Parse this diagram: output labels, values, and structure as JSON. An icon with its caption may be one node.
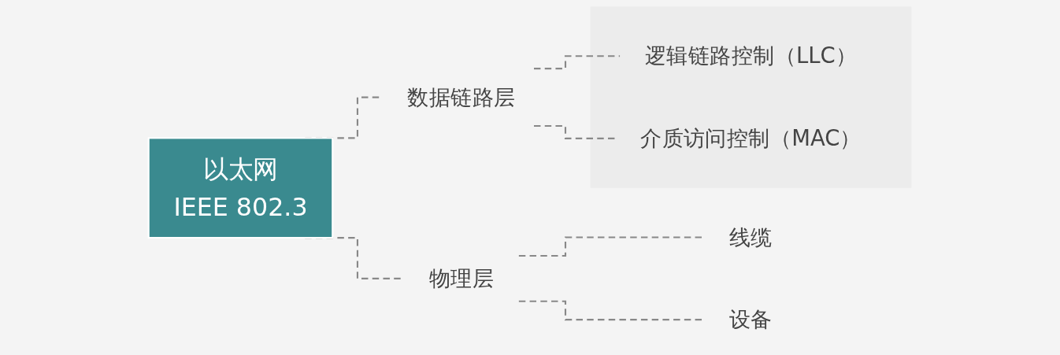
{
  "diagram": {
    "nodes": [
      {
        "text": [
          "以太网",
          "IEEE 802.3"
        ]
      },
      {
        "text": [
          "物理层"
        ]
      },
      {
        "text": [
          "线缆"
        ]
      },
      {
        "text": [
          "设备"
        ]
      },
      {
        "text": [
          "数据链路层"
        ]
      },
      {
        "text": [],
        "shape": "box"
      },
      {
        "text": [
          "逻辑链路控制（LLC）"
        ],
        "in": 5
      },
      {
        "text": [
          "介质访问控制（MAC）"
        ],
        "in": 5
      }
    ],
    "edges": [
      {
        "from": 0,
        "to": 1,
        "arrow": "none",
        "style": "dashed"
      },
      {
        "from": 0,
        "to": 4,
        "arrow": "none",
        "style": "dashed"
      },
      {
        "from": 1,
        "to": 2,
        "arrow": "none",
        "style": "dashed"
      },
      {
        "from": 1,
        "to": 3,
        "arrow": "none",
        "style": "dashed"
      },
      {
        "from": 4,
        "to": 6,
        "arrow": "none",
        "style": "dashed"
      },
      {
        "from": 4,
        "to": 7,
        "arrow": "none",
        "style": "dashed"
      }
    ]
  }
}
